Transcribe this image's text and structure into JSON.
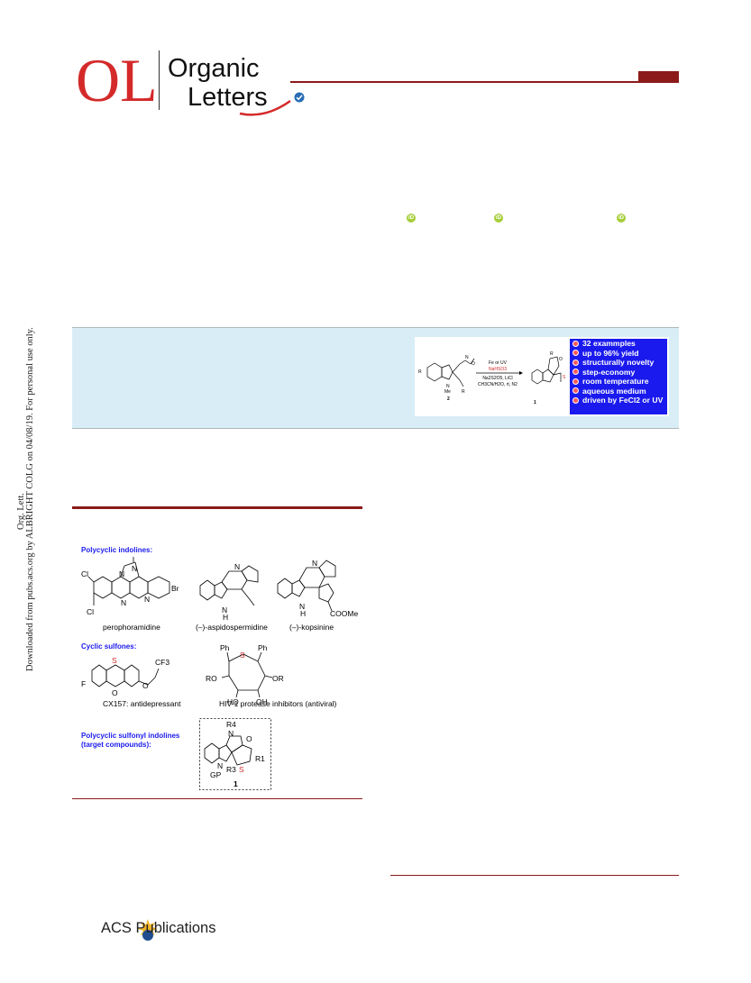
{
  "header": {
    "logo_text": "OL",
    "brand_line1": "Organic",
    "brand_line2": "Letters",
    "accent_color": "#8c1a1a"
  },
  "side_note": {
    "line1": "Org. Lett.",
    "line2": "Downloaded from pubs.acs.org by ALBRIGHT COLG on 04/08/19. For personal use only."
  },
  "orcid": {
    "label": "iD",
    "color": "#a6ce39"
  },
  "toc": {
    "reagent_top": "Fe or UV",
    "reagent_red": "NaHSO3",
    "reagent_bottom1": "Na2S2O5, LiCl",
    "reagent_bottom2": "CH3CN/H2O, rt, N2",
    "compound_start": "2",
    "compound_product": "1",
    "features": [
      "32 exammples",
      "up to 96% yield",
      "structurally novelty",
      "step-economy",
      "room temperature",
      "aqueous medium",
      "driven by FeCl2 or UV"
    ],
    "feature_bg": "#1a1aee"
  },
  "figure": {
    "sections": {
      "polycyclic": "Polycyclic indolines:",
      "sulfones": "Cyclic sulfones:",
      "target_line1": "Polycyclic sulfonyl indolines",
      "target_line2": "(target compounds):"
    },
    "captions": {
      "perophoramidine": "perophoramidine",
      "aspidospermidine": "(–)-aspidospermidine",
      "kopsinine": "(–)-kopsinine",
      "cx157": "CX157: antidepressant",
      "hiv": "HIV-1 protease inhibitors (antiviral)",
      "target_num": "1"
    },
    "atoms": {
      "cl": "Cl",
      "br": "Br",
      "n": "N",
      "h": "H",
      "nh": "NH",
      "cooMe": "COOMe",
      "f": "F",
      "o": "O",
      "s": "S",
      "cf3": "CF3",
      "ph": "Ph",
      "ro": "RO",
      "or": "OR",
      "ho": "HO",
      "oh": "OH",
      "r4": "R4",
      "r1": "R1",
      "r3": "R3",
      "gp": "GP"
    }
  },
  "footer": {
    "publisher": "ACS Publications"
  }
}
